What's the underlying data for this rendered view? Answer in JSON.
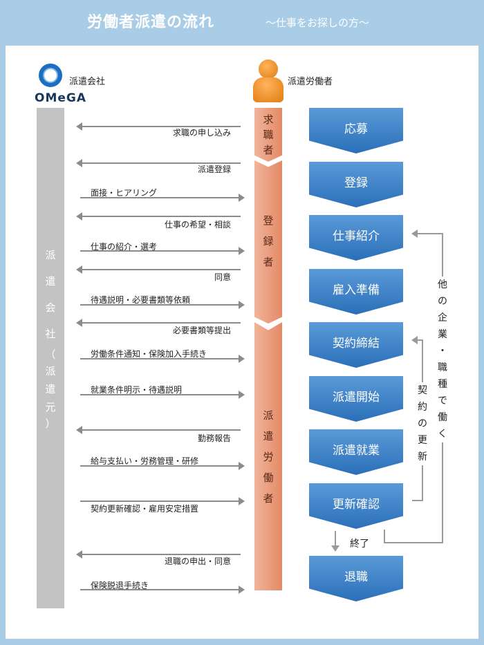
{
  "header": {
    "title": "労働者派遣の流れ",
    "subtitle": "～仕事をお探しの方～"
  },
  "logo": {
    "text": "OMeGA"
  },
  "labels": {
    "agency": "派遣会社",
    "worker": "派遣労働者",
    "agency_bar": [
      "派",
      "遣",
      "会",
      "社",
      "（",
      "派",
      "遣",
      "元",
      "）"
    ]
  },
  "stages": [
    {
      "name": "job-seeker",
      "chars": [
        "求",
        "職",
        "者"
      ]
    },
    {
      "name": "registrant",
      "chars": [
        "登",
        "録",
        "者"
      ]
    },
    {
      "name": "dispatched-worker",
      "chars": [
        "派",
        "遣",
        "労",
        "働",
        "者"
      ]
    }
  ],
  "messages": [
    {
      "text": "求職の申し込み",
      "direction": "left"
    },
    {
      "text": "派遣登録",
      "direction": "left"
    },
    {
      "text": "面接・ヒアリング",
      "direction": "right"
    },
    {
      "text": "仕事の希望・相談",
      "direction": "left"
    },
    {
      "text": "仕事の紹介・選考",
      "direction": "right"
    },
    {
      "text": "同意",
      "direction": "left"
    },
    {
      "text": "待遇説明・必要書類等依頼",
      "direction": "right"
    },
    {
      "text": "必要書類等提出",
      "direction": "left"
    },
    {
      "text": "労働条件通知・保険加入手続き",
      "direction": "right"
    },
    {
      "text": "就業条件明示・待遇説明",
      "direction": "right"
    },
    {
      "text": "勤務報告",
      "direction": "left"
    },
    {
      "text": "給与支払い・労務管理・研修",
      "direction": "right"
    },
    {
      "text": "契約更新確認・雇用安定措置",
      "direction": "right"
    },
    {
      "text": "退職の申出・同意",
      "direction": "left"
    },
    {
      "text": "保険脱退手続き",
      "direction": "right"
    }
  ],
  "steps": [
    "応募",
    "登録",
    "仕事紹介",
    "雇入準備",
    "契約締結",
    "派遣開始",
    "派遣就業",
    "更新確認",
    "退職"
  ],
  "loops": {
    "renewal": [
      "契",
      "約",
      "の",
      "更",
      "新"
    ],
    "other_job": [
      "他",
      "の",
      "企",
      "業",
      "・",
      "職",
      "種",
      "で",
      "働",
      "く"
    ],
    "end": "終了"
  },
  "colors": {
    "background": "#a9cde6",
    "step_blue": "#2a6fb8",
    "stage_orange": "#e48a66",
    "agency_gray": "#c3c3c3"
  }
}
